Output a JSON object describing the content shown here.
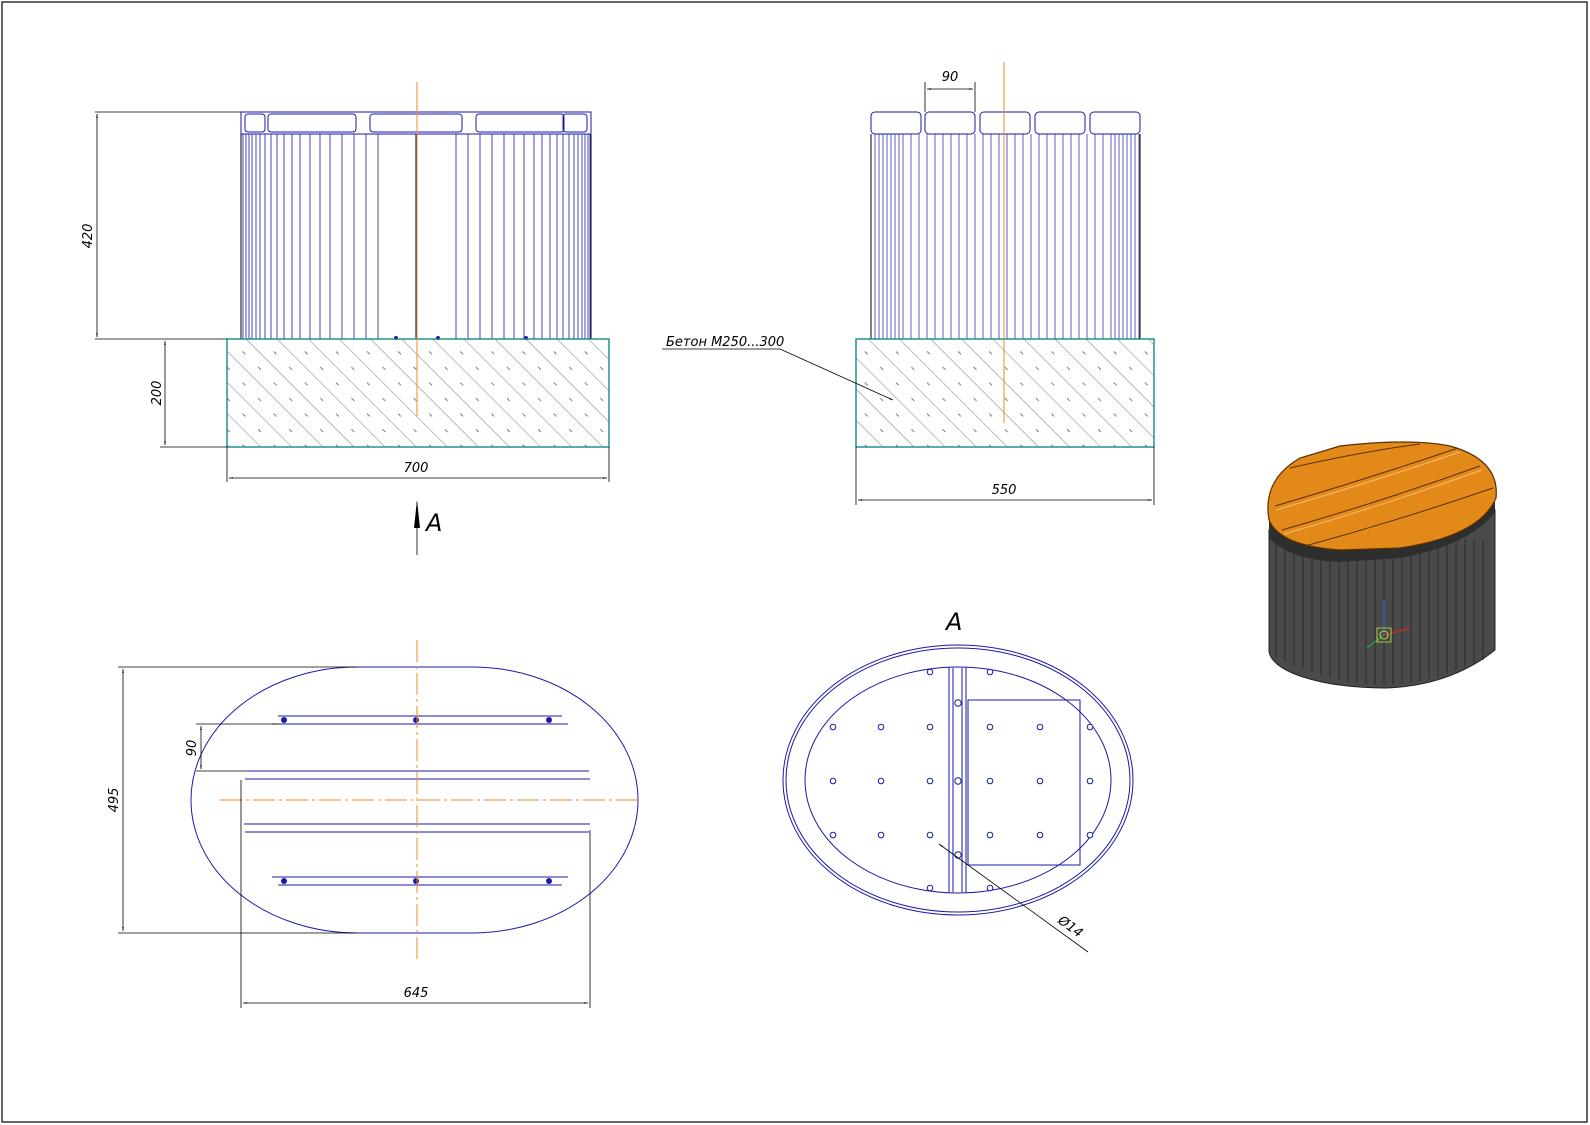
{
  "colors": {
    "outline": "#1a1aa8",
    "center_line": "#f08a24",
    "foundation": "#138a88",
    "wood": "#e3891a",
    "body_dark": "#4a4a4a",
    "dimension": "#000000"
  },
  "dimensions": {
    "front_height": "420",
    "foundation_height": "200",
    "front_width": "700",
    "side_width": "550",
    "slat_width_side": "90",
    "top_depth": "495",
    "top_slat_width": "90",
    "top_width": "645",
    "hole_diameter": "Ø14"
  },
  "labels": {
    "concrete_callout": "Бетон М250...300",
    "view_arrow_label": "А",
    "section_view_label": "А"
  }
}
